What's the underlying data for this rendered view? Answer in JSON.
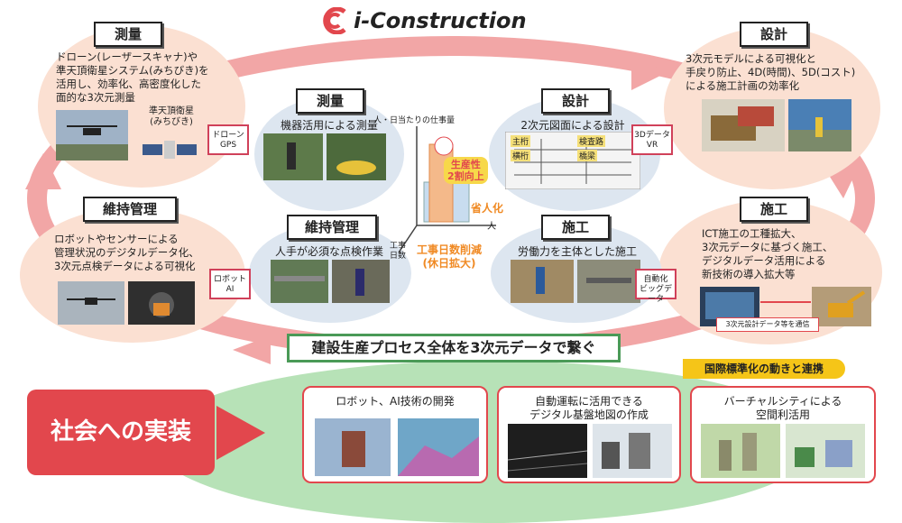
{
  "header": {
    "logo_text": "i-Construction"
  },
  "outer": {
    "survey": {
      "title": "測量",
      "lines": [
        "ドローン(レーザースキャナ)や",
        "準天頂衛星システム(みちびき)を",
        "活用し、効率化、高密度化した",
        "面的な3次元測量"
      ],
      "satellite_label": [
        "準天頂衛星",
        "(みちびき)"
      ]
    },
    "design": {
      "title": "設計",
      "lines": [
        "3次元モデルによる可視化と",
        "手戻り防止、4D(時間)、5D(コスト)",
        "による施工計画の効率化"
      ]
    },
    "maintenance": {
      "title": "維持管理",
      "lines": [
        "ロボットやセンサーによる",
        "管理状況のデジタルデータ化、",
        "3次元点検データによる可視化"
      ]
    },
    "construction": {
      "title": "施工",
      "lines": [
        "ICT施工の工種拡大、",
        "3次元データに基づく施工、",
        "デジタルデータ活用による",
        "新技術の導入拡大等"
      ],
      "caption": "3次元設計データ等を通信"
    }
  },
  "inner": {
    "survey": {
      "title": "測量",
      "text": "機器活用による測量"
    },
    "design": {
      "title": "設計",
      "text": "2次元図面による設計",
      "chips": [
        "主桁",
        "横桁",
        "検査路",
        "橋梁"
      ]
    },
    "maintenance": {
      "title": "維持管理",
      "text": "人手が必須な点検作業"
    },
    "construction": {
      "title": "施工",
      "text": "労働力を主体とした施工"
    }
  },
  "arrows": {
    "drone": [
      "ドローン",
      "GPS"
    ],
    "3d": [
      "3Dデータ",
      "VR"
    ],
    "robot": [
      "ロボット",
      "AI"
    ],
    "auto": [
      "自動化",
      "ビッグデータ"
    ]
  },
  "center": {
    "ylabel": "人・日当たりの仕事量",
    "productivity": [
      "生産性",
      "2割向上"
    ],
    "labor_saving": "省人化",
    "person_axis": "人",
    "work_days": [
      "工事",
      "日数"
    ],
    "reduction": [
      "工事日数削減",
      "(休日拡大)"
    ]
  },
  "banner": "建設生産プロセス全体を3次元データで繋ぐ",
  "intl": "国際標準化の動きと連携",
  "social": "社会への実装",
  "cards": [
    {
      "title": "ロボット、AI技術の開発"
    },
    {
      "title": "自動運転に活用できる\nデジタル基盤地図の作成"
    },
    {
      "title": "バーチャルシティによる\n空間利活用"
    }
  ],
  "colors": {
    "accent_red": "#e2474d",
    "ring": "#f2a6a6",
    "green": "#4a9a57",
    "yellow": "#f5c518",
    "orange": "#f08a24"
  }
}
